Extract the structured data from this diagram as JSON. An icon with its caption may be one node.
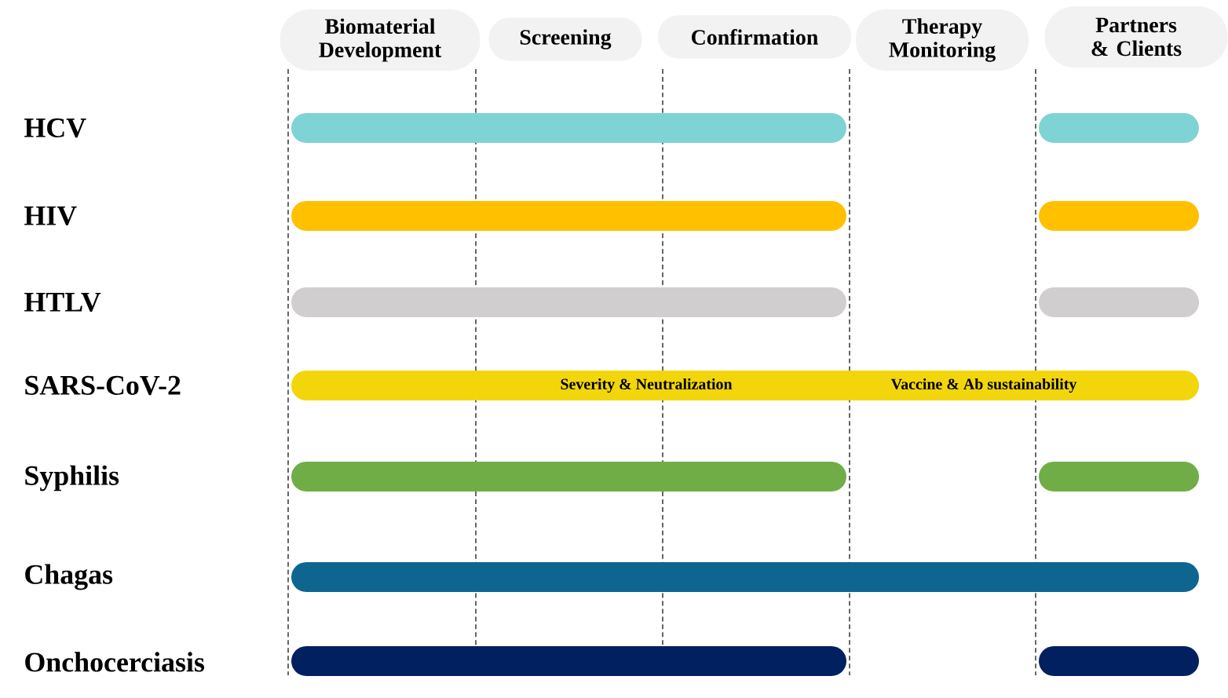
{
  "diagram": {
    "nodes": [
      {
        "text": [
          "Biomaterial Development"
        ]
      },
      {
        "text": [
          "Screening"
        ]
      },
      {
        "text": [
          "Confirmation"
        ]
      },
      {
        "text": [
          "Therapy Monitoring"
        ]
      },
      {
        "text": [
          "Partners & Clients"
        ]
      },
      {
        "text": [],
        "shape": "bar"
      },
      {
        "text": [],
        "shape": "bar"
      },
      {
        "text": [],
        "shape": "bar"
      },
      {
        "text": [],
        "shape": "bar"
      },
      {
        "text": [],
        "shape": "bar"
      },
      {
        "text": [],
        "shape": "bar"
      },
      {
        "text": [
          "Severity & Neutralization",
          "Vaccine & Ab sustainability"
        ]
      },
      {
        "text": [],
        "shape": "bar"
      },
      {
        "text": [],
        "shape": "bar"
      },
      {
        "text": [],
        "shape": "bar"
      },
      {
        "text": [],
        "shape": "bar"
      },
      {
        "text": [],
        "shape": "bar"
      }
    ],
    "labels": [
      "HCV",
      "HIV",
      "HTLV",
      "SARS-CoV-2",
      "Syphilis",
      "Chagas",
      "Onchocerciasis"
    ]
  }
}
